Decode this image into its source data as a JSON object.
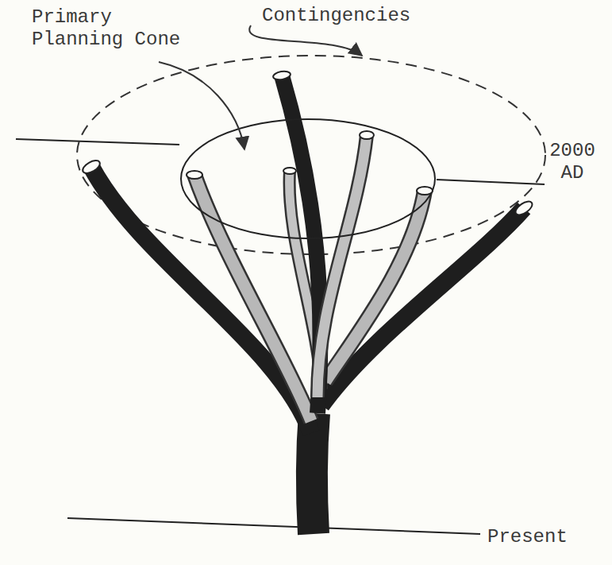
{
  "diagram": {
    "labels": [
      "Primary Planning Cone",
      "Contingencies",
      "2000 AD",
      "Present"
    ]
  }
}
